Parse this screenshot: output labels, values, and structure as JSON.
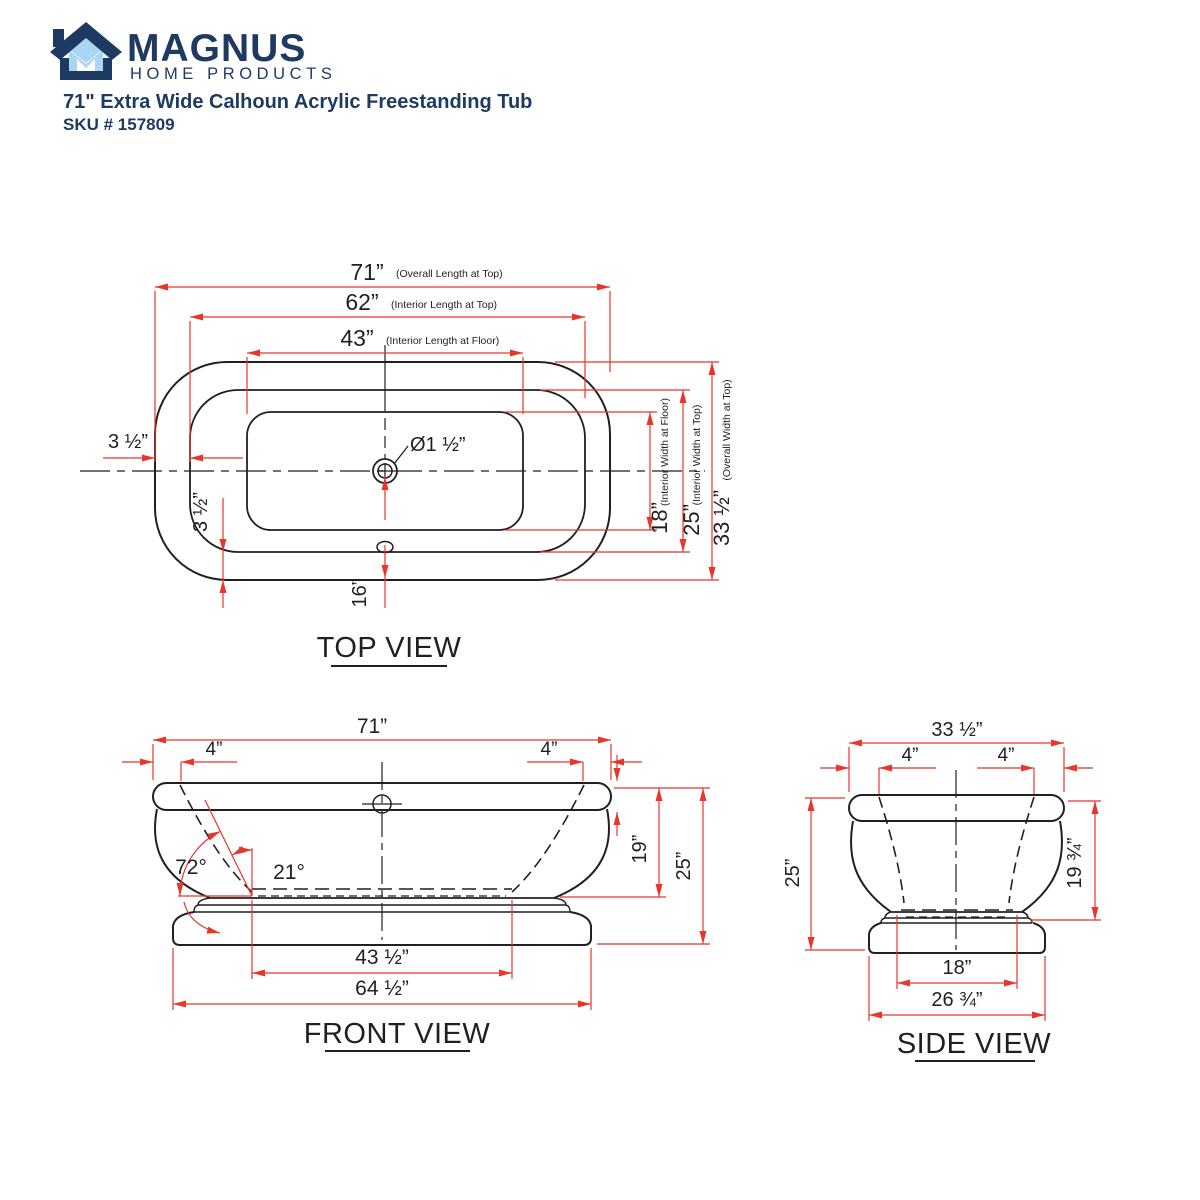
{
  "header": {
    "brand": "MAGNUS",
    "brand_sub": "HOME PRODUCTS",
    "product_title": "71\" Extra Wide Calhoun Acrylic Freestanding Tub",
    "sku": "SKU # 157809"
  },
  "colors": {
    "navy": "#1e3a63",
    "light_blue": "#a9d6f2",
    "dimension_red": "#e8362a",
    "line_black": "#231f20"
  },
  "top_view": {
    "label": "TOP VIEW",
    "dims": {
      "overall_length": {
        "value": "71”",
        "note": "(Overall Length at Top)"
      },
      "interior_length_top": {
        "value": "62”",
        "note": "(Interior Length at Top)"
      },
      "interior_length_floor": {
        "value": "43”",
        "note": "(Interior Length at Floor)"
      },
      "rim_width_left": "3 ½”",
      "rim_width_bottom": "3 ½”",
      "drain_diameter": "Ø1 ½”",
      "drain_offset": "16”",
      "interior_width_floor": {
        "value": "18”",
        "note": "(Interior Width at Floor)"
      },
      "interior_width_top": {
        "value": "25”",
        "note": "(Interior Width at Top)"
      },
      "overall_width": {
        "value": "33 ½”",
        "note": "(Overall Width at Top)"
      }
    }
  },
  "front_view": {
    "label": "FRONT VIEW",
    "dims": {
      "overall_length": "71”",
      "lip_left": "4”",
      "lip_right": "4”",
      "skirt_angle": "72°",
      "wall_angle": "21°",
      "interior_depth": "19”",
      "overall_height": "25”",
      "floor_length": "43 ½”",
      "base_length": "64 ½”"
    }
  },
  "side_view": {
    "label": "SIDE VIEW",
    "dims": {
      "overall_width": "33 ½”",
      "lip_left": "4”",
      "lip_right": "4”",
      "overall_height": "25”",
      "interior_depth": "19 ¾”",
      "floor_width": "18”",
      "base_width": "26 ¾”"
    }
  }
}
